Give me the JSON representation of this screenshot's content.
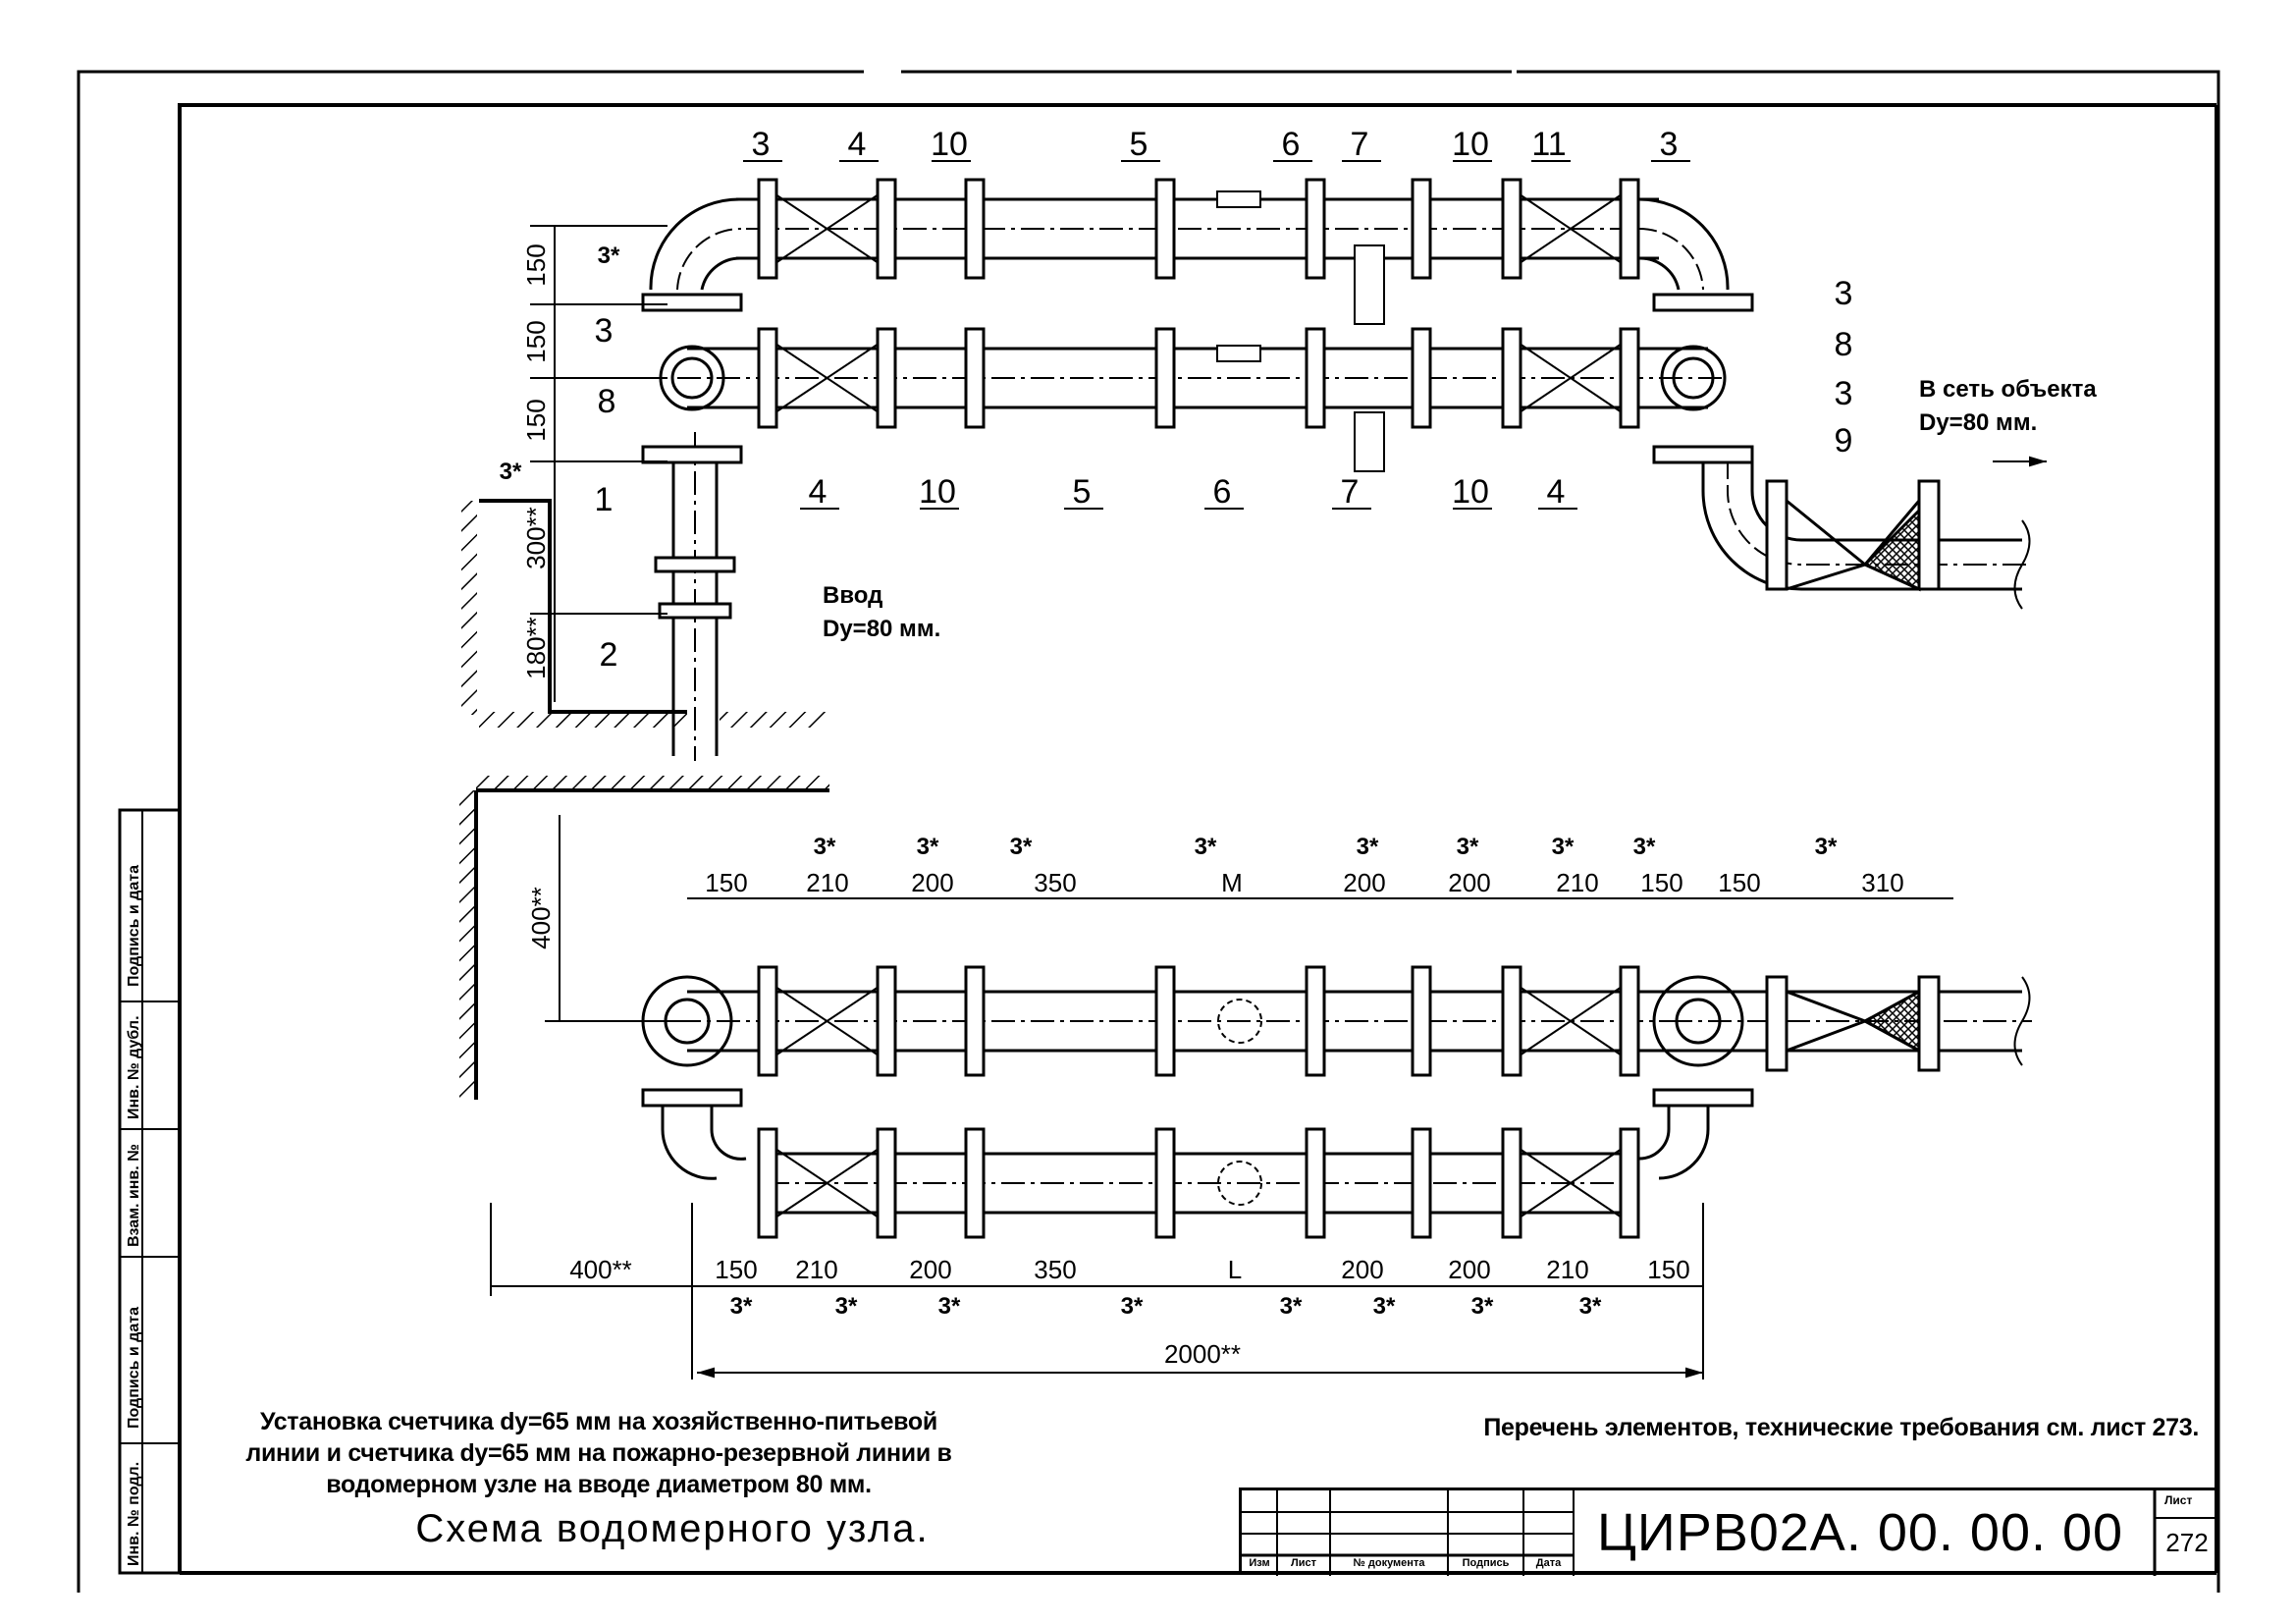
{
  "annotations": {
    "inlet_label": "Ввод",
    "inlet_dia": "Dy=80 мм.",
    "outlet_label": "В сеть объекта",
    "outlet_dia": "Dy=80 мм."
  },
  "top_callouts": {
    "top_row": [
      "3",
      "4",
      "10",
      "5",
      "6",
      "7",
      "10",
      "11",
      "3"
    ],
    "bottom_row": [
      "4",
      "10",
      "5",
      "6",
      "7",
      "10",
      "4"
    ],
    "left": [
      "3",
      "8",
      "1",
      "2"
    ],
    "right": [
      "3",
      "8",
      "3",
      "9"
    ]
  },
  "top_dims": {
    "vertical": [
      "150",
      "150",
      "150",
      "300**",
      "180**"
    ],
    "welds": [
      "3*",
      "3*"
    ]
  },
  "bottom_dims": {
    "upper": [
      "150",
      "210",
      "200",
      "350",
      "M",
      "200",
      "200",
      "210",
      "150",
      "150",
      "310"
    ],
    "upper_welds": [
      "3*",
      "3*",
      "3*",
      "3*",
      "3*",
      "3*",
      "3*",
      "3*",
      "3*"
    ],
    "vertical": "400**",
    "lower": [
      "400**",
      "150",
      "210",
      "200",
      "350",
      "L",
      "200",
      "200",
      "210",
      "150"
    ],
    "lower_welds": [
      "3*",
      "3*",
      "3*",
      "3*",
      "3*",
      "3*",
      "3*",
      "3*"
    ],
    "total": "2000**"
  },
  "caption": "Установка счетчика dy=65 мм на хозяйственно-питьевой линии и счетчика dy=65 мм на пожарно-резервной линии в водомерном узле на вводе диаметром 80 мм.",
  "title": "Схема водомерного узла.",
  "note": "Перечень элементов, технические требования см. лист 273.",
  "stamp": {
    "code": "ЦИРВ02А. 00. 00. 00",
    "sheet_label": "Лист",
    "sheet_no": "272",
    "columns": [
      "Изм",
      "Лист",
      "№ документа",
      "Подпись",
      "Дата"
    ]
  },
  "side_labels": [
    "Подпись и дата",
    "Инв. № дубл.",
    "Взам. инв. №",
    "Подпись и дата",
    "Инв. № подл."
  ]
}
